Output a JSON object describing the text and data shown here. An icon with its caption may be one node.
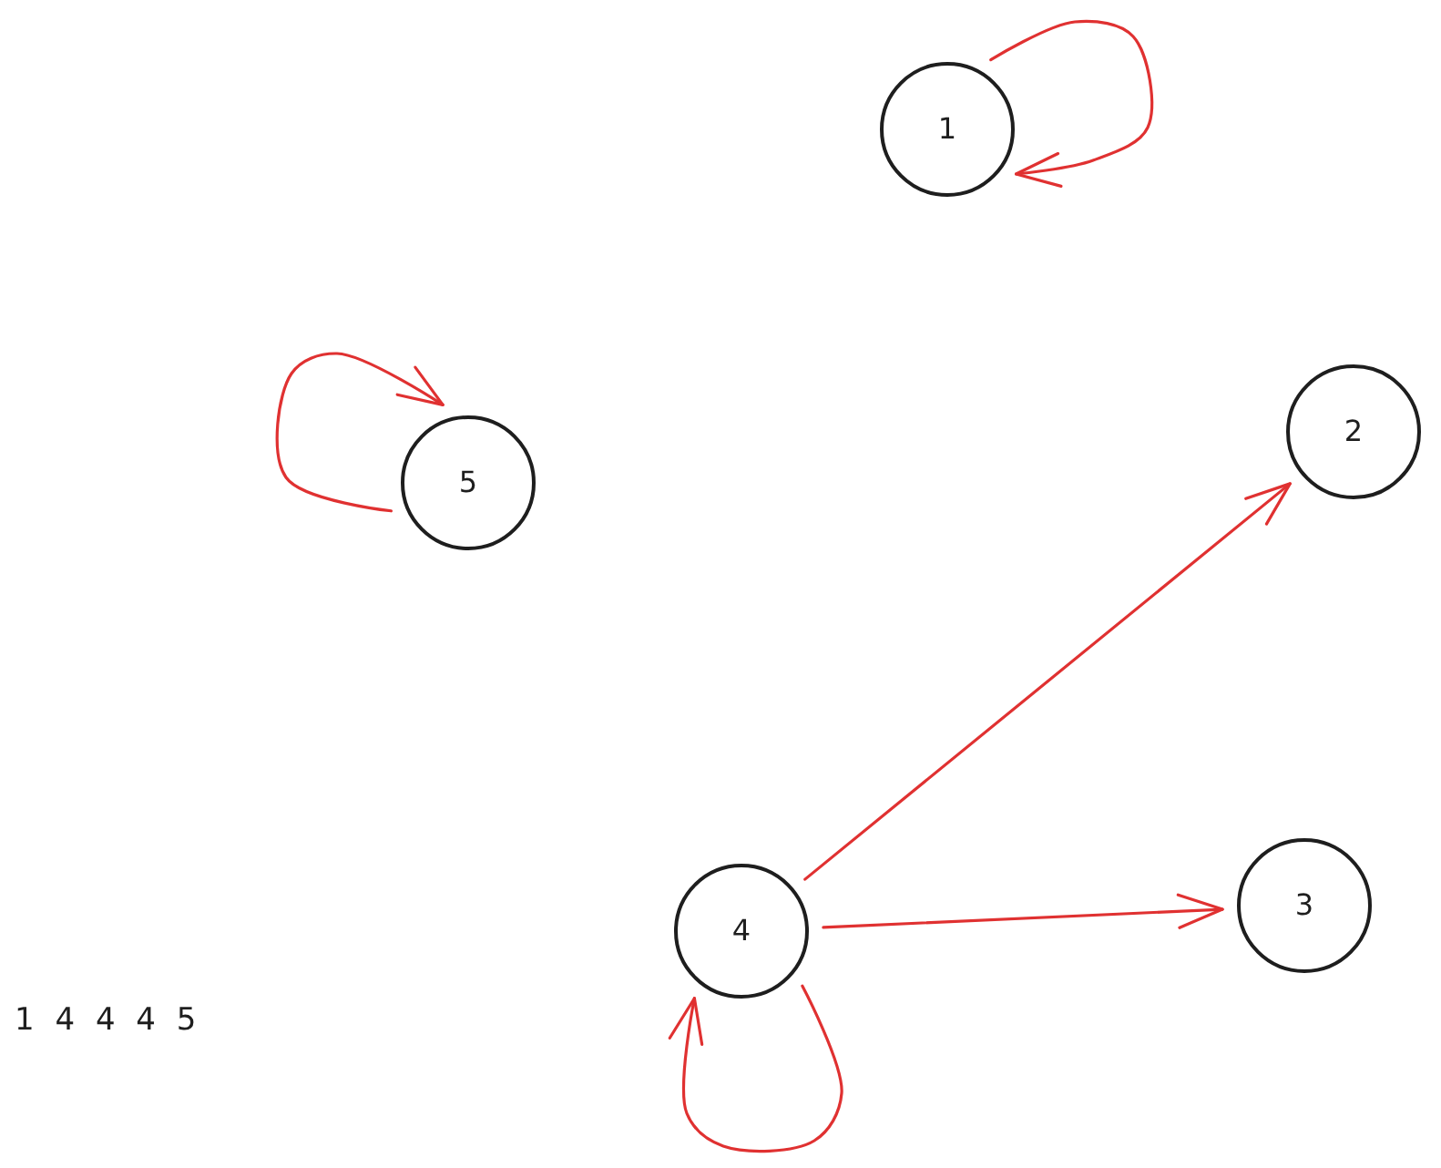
{
  "diagram": {
    "nodes": [
      {
        "text": [
          "1"
        ]
      },
      {
        "text": [
          "2"
        ]
      },
      {
        "text": [
          "3"
        ]
      },
      {
        "text": [
          "4"
        ]
      },
      {
        "text": [
          "5"
        ]
      }
    ],
    "edges": [
      {
        "from": 0,
        "to": 0,
        "arrow": "to"
      },
      {
        "from": 4,
        "to": 4,
        "arrow": "to"
      },
      {
        "from": 3,
        "to": 1,
        "arrow": "to"
      },
      {
        "from": 3,
        "to": 2,
        "arrow": "to"
      },
      {
        "from": 3,
        "to": 3,
        "arrow": "to"
      }
    ],
    "labels": [
      "1 4 4 4 5"
    ]
  }
}
